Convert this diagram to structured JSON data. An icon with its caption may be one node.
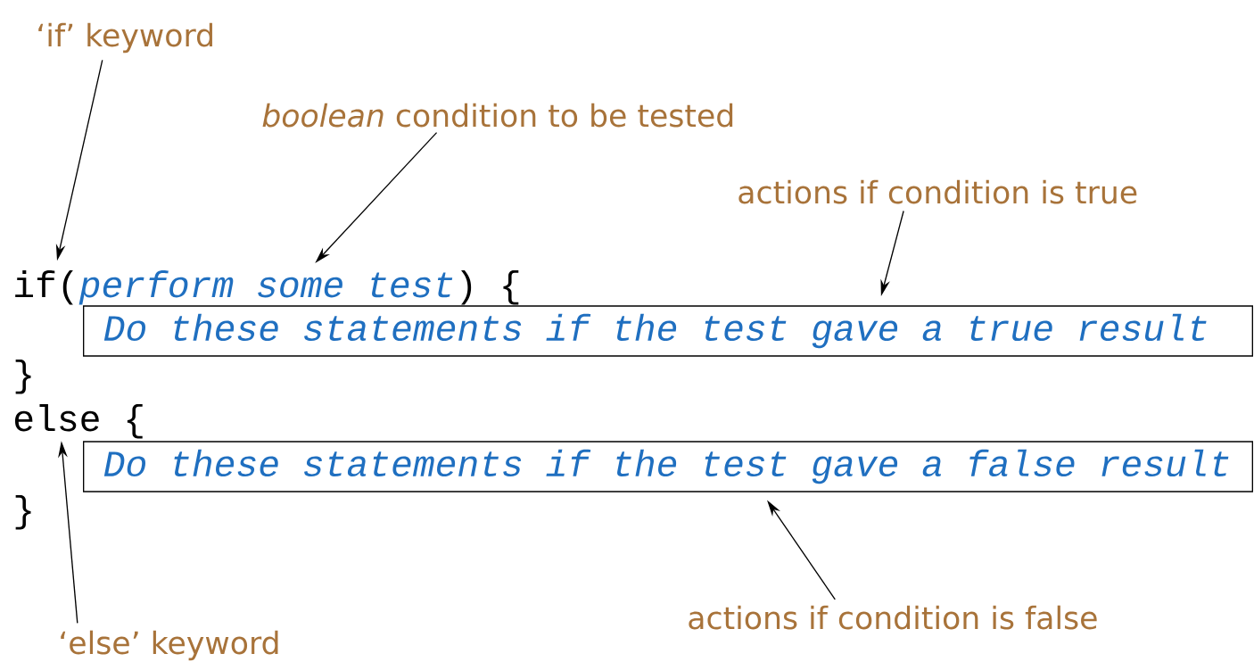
{
  "diagram": {
    "nodes": [
      {
        "text": [
          "‘if’ keyword"
        ]
      },
      {
        "text": [
          "*boolean* condition to be tested"
        ]
      },
      {
        "text": [
          "actions if condition is true"
        ]
      },
      {
        "text": [
          "if"
        ]
      },
      {
        "text": [
          "perform some test"
        ]
      },
      {
        "text": [
          "Do these statements if the test gave a true result"
        ]
      },
      {
        "text": [
          "else"
        ]
      },
      {
        "text": [
          "Do these statements if the test gave a false result"
        ]
      },
      {
        "text": [
          "‘else’ keyword"
        ]
      },
      {
        "text": [
          "actions if condition is false"
        ]
      }
    ],
    "edges": [
      {
        "from": 0,
        "to": 3,
        "arrow": "to"
      },
      {
        "from": 1,
        "to": 4,
        "arrow": "to"
      },
      {
        "from": 2,
        "to": 5,
        "arrow": "to"
      },
      {
        "from": 8,
        "to": 6,
        "arrow": "to"
      },
      {
        "from": 9,
        "to": 7,
        "arrow": "to"
      }
    ],
    "labels": [
      "(",
      ") {",
      "}",
      "{",
      "}"
    ]
  }
}
